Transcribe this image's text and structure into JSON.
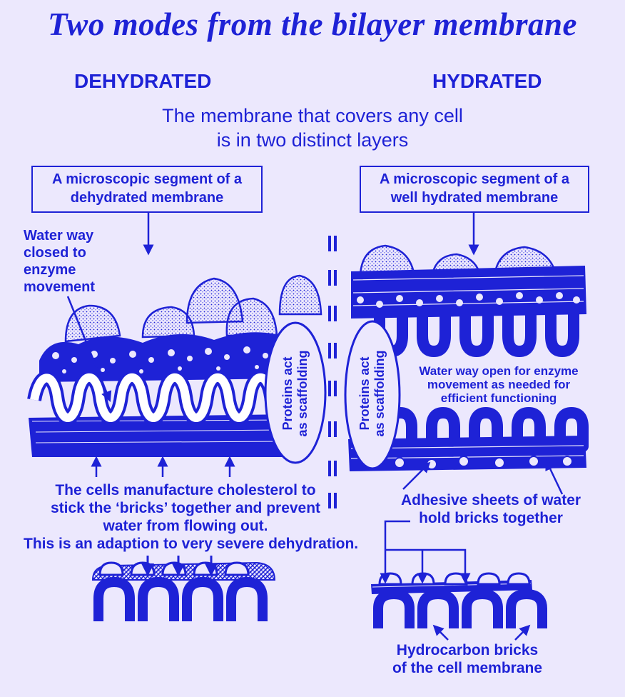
{
  "title": "Two modes from the bilayer membrane",
  "headings": {
    "left": "DEHYDRATED",
    "right": "HYDRATED"
  },
  "subtitle": {
    "line1": "The membrane that covers any cell",
    "line2": "is in two distinct layers"
  },
  "left_box": {
    "line1": "A microscopic segment of a",
    "line2": "dehydrated membrane"
  },
  "right_box": {
    "line1": "A microscopic segment of a",
    "line2": "well hydrated membrane"
  },
  "water_way_closed": {
    "line1": "Water way",
    "line2": "closed to",
    "line3": "enzyme",
    "line4": "movement"
  },
  "proteins_left": {
    "line1": "Proteins act",
    "line2": "as scaffolding"
  },
  "proteins_right": {
    "line1": "Proteins act",
    "line2": "as scaffolding"
  },
  "water_way_open": {
    "line1": "Water way open for enzyme",
    "line2": "movement as needed for",
    "line3": "efficient functioning"
  },
  "cholesterol": {
    "line1": "The cells manufacture cholesterol to",
    "line2": "stick the ‘bricks’ together and prevent",
    "line3": "water from flowing out."
  },
  "adaption": "This is an adaption to very severe dehydration.",
  "adhesive": {
    "line1": "Adhesive sheets of water",
    "line2": "hold bricks together"
  },
  "hydrocarbon": {
    "line1": "Hydrocarbon bricks",
    "line2": "of the cell membrane"
  },
  "colors": {
    "ink": "#1e22d6",
    "background": "#ece8fd"
  }
}
